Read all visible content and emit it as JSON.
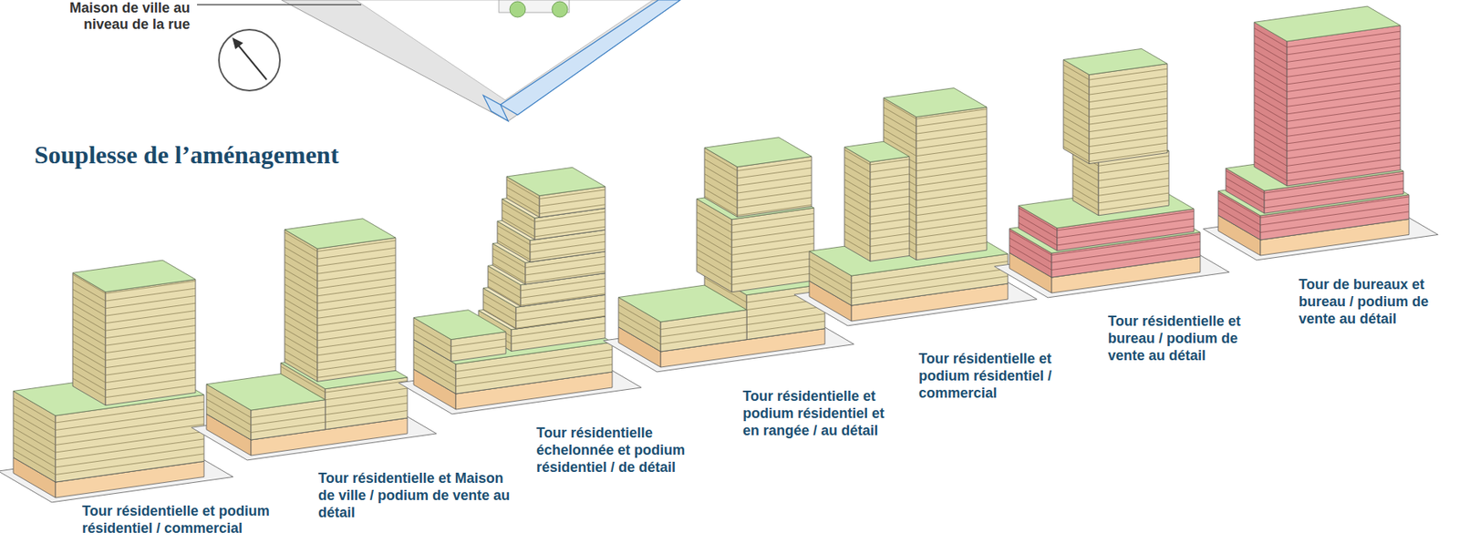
{
  "diagram": {
    "title": "Souplesse de l’aménagement",
    "labels": [
      "Maison de ville au niveau de la rue",
      "Tour résidentielle et podium résidentiel / commercial",
      "Tour résidentielle et Maison de ville / podium de vente au détail",
      "Tour résidentielle échelonnée et podium résidentiel / de détail",
      "Tour résidentielle et podium résidentiel et en rangée / au détail",
      "Tour résidentielle et podium résidentiel / commercial",
      "Tour résidentielle et bureau / podium de vente au détail",
      "Tour de bureaux et bureau / podium de vente au détail"
    ]
  }
}
